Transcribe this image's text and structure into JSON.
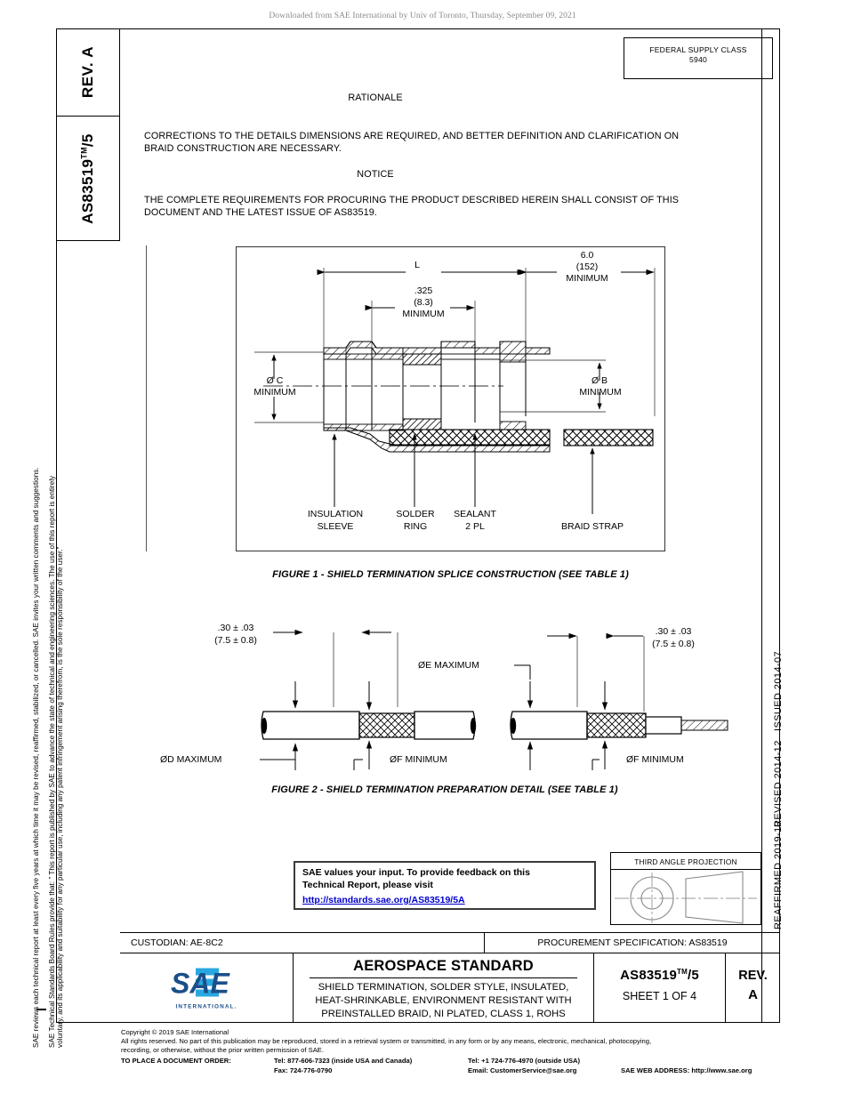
{
  "download_banner": "Downloaded from SAE International by Univ of Toronto, Thursday, September 09, 2021",
  "frame": {
    "rev_label": "REV.",
    "rev_value": "A",
    "part_number": "AS83519",
    "part_number_tm": "TM",
    "part_number_suffix": "/5",
    "fsc_title": "FEDERAL SUPPLY CLASS",
    "fsc_value": "5940"
  },
  "body": {
    "rationale_heading": "RATIONALE",
    "rationale_text_1": "CORRECTIONS TO THE DETAILS DIMENSIONS ARE REQUIRED, AND BETTER DEFINITION AND CLARIFICATION ON",
    "rationale_text_2": "BRAID CONSTRUCTION ARE NECESSARY.",
    "notice_heading": "NOTICE",
    "notice_text_1": "THE COMPLETE REQUIREMENTS FOR PROCURING THE PRODUCT DESCRIBED HEREIN SHALL CONSIST OF THIS",
    "notice_text_2": "DOCUMENT AND THE LATEST ISSUE OF AS83519."
  },
  "left_legal": {
    "line1": "SAE Technical Standards Board Rules provide that: ” This report is published by SAE to advance the state of technical and engineering sciences. The use of this report is entirely",
    "line2": "voluntary, and its applicability and suitability for any particular use, including any patent infringement arising therefrom, is the sole responsibility of the user.”",
    "line3": "SAE reviews each technical report at least every five years at which time it may be revised, reaffirmed, stabilized, or cancelled. SAE invites your written comments and suggestions."
  },
  "right_dates": {
    "reaffirmed": "REAFFIRMED 2019-10",
    "revised": "REVISED 2014-12",
    "issued": "ISSUED 2014-07"
  },
  "figure1": {
    "caption": "FIGURE 1 - SHIELD TERMINATION SPLICE CONSTRUCTION (SEE TABLE 1)",
    "dim_L": "L",
    "dim_6_0": "6.0",
    "dim_152": "(152)",
    "dim_6_0_min": "MINIMUM",
    "dim_325": ".325",
    "dim_8_3": "(8.3)",
    "dim_325_min": "MINIMUM",
    "dia_c": "Ø C",
    "dia_c_min": "MINIMUM",
    "dia_b": "Ø B",
    "dia_b_min": "MINIMUM",
    "callout_insulation_1": "INSULATION",
    "callout_insulation_2": "SLEEVE",
    "callout_solder_1": "SOLDER",
    "callout_solder_2": "RING",
    "callout_sealant_1": "SEALANT",
    "callout_sealant_2": "2 PL",
    "callout_braid": "BRAID STRAP"
  },
  "figure2": {
    "caption": "FIGURE 2 - SHIELD TERMINATION PREPARATION DETAIL (SEE TABLE 1)",
    "dim_left_1": ".30 ±  .03",
    "dim_left_2": "(7.5 ± 0.8)",
    "dim_right_1": ".30 ±  .03",
    "dim_right_2": "(7.5 ± 0.8)",
    "dia_e": "ØE MAXIMUM",
    "dia_d": "ØD MAXIMUM",
    "dia_f_left": "ØF MINIMUM",
    "dia_f_right": "ØF MINIMUM"
  },
  "feedback": {
    "line1": "SAE values your input. To provide feedback on this",
    "line2": "Technical Report, please visit",
    "link": "http://standards.sae.org/AS83519/5A"
  },
  "third_angle": {
    "title": "THIRD ANGLE PROJECTION"
  },
  "title_block": {
    "custodian": "CUSTODIAN: AE-8C2",
    "procurement": "PROCUREMENT SPECIFICATION: AS83519",
    "logo_main": "SAE",
    "logo_sub": "INTERNATIONAL.",
    "standard_name": "AEROSPACE STANDARD",
    "desc_line1": "SHIELD TERMINATION, SOLDER STYLE, INSULATED,",
    "desc_line2": "HEAT-SHRINKABLE, ENVIRONMENT RESISTANT WITH",
    "desc_line3": "PREINSTALLED BRAID, NI PLATED, CLASS 1, ROHS",
    "doc_number": "AS83519",
    "doc_number_tm": "TM",
    "doc_number_suffix": "/5",
    "sheet": "SHEET 1 OF 4",
    "rev_label": "REV.",
    "rev_value": "A"
  },
  "footer": {
    "copyright": "Copyright © 2019 SAE International",
    "rights_1": "All rights reserved. No part of this publication may be reproduced, stored in a retrieval system or transmitted, in any form or by any means, electronic, mechanical, photocopying,",
    "rights_2": "recording, or otherwise, without the prior written permission of SAE.",
    "order_label": "TO PLACE A DOCUMENT ORDER:",
    "tel_inside": "Tel: 877-606-7323 (inside USA and Canada)",
    "fax": "Fax: 724-776-0790",
    "tel_outside": "Tel: +1 724-776-4970 (outside USA)",
    "email": "Email: CustomerService@sae.org",
    "web": "SAE WEB ADDRESS: http://www.sae.org"
  },
  "colors": {
    "link": "#0000cc",
    "logo_blue_dark": "#1b4f8a",
    "logo_blue_light": "#29a8e0",
    "frame_line": "#000000"
  }
}
